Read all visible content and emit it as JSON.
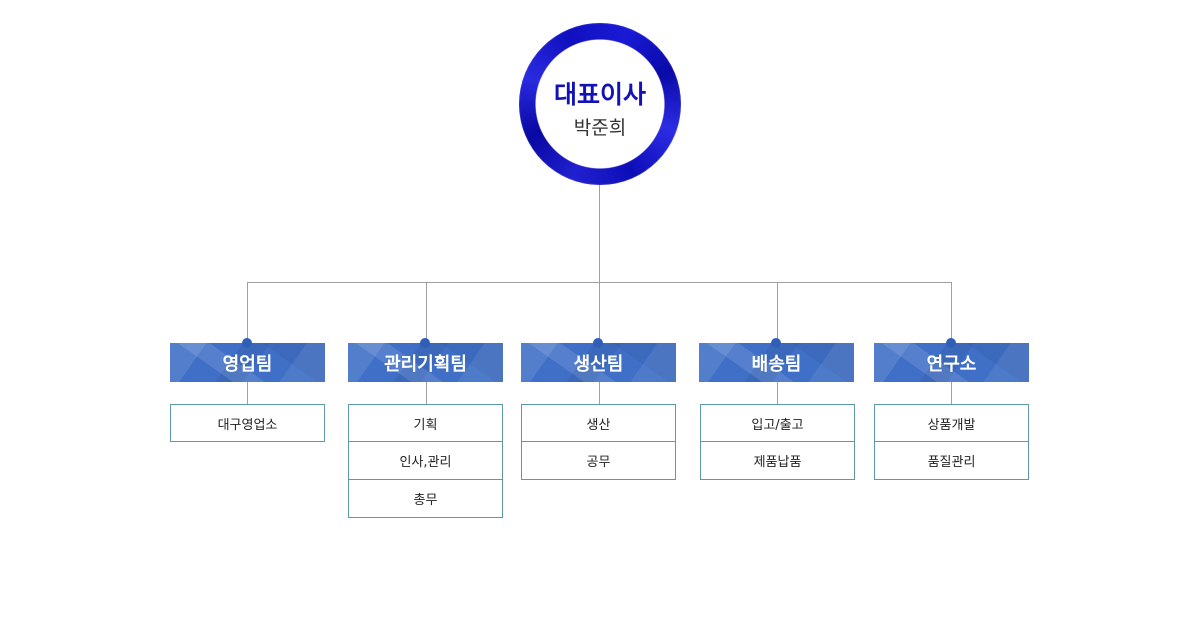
{
  "ceo": {
    "title": "대표이사",
    "name": "박준희"
  },
  "teams": [
    {
      "name": "영업팀",
      "subs": [
        "대구영업소"
      ]
    },
    {
      "name": "관리기획팀",
      "subs": [
        "기획",
        "인사,관리",
        "총무"
      ]
    },
    {
      "name": "생산팀",
      "subs": [
        "생산",
        "공무"
      ]
    },
    {
      "name": "배송팀",
      "subs": [
        "입고/출고",
        "제품납품"
      ]
    },
    {
      "name": "연구소",
      "subs": [
        "상품개발",
        "품질관리"
      ]
    }
  ],
  "colors": {
    "ceo_ring": "#1414c8",
    "team_box": "#3f6fc6",
    "sub_border": "#5b9aa6",
    "connector": "#999999"
  }
}
